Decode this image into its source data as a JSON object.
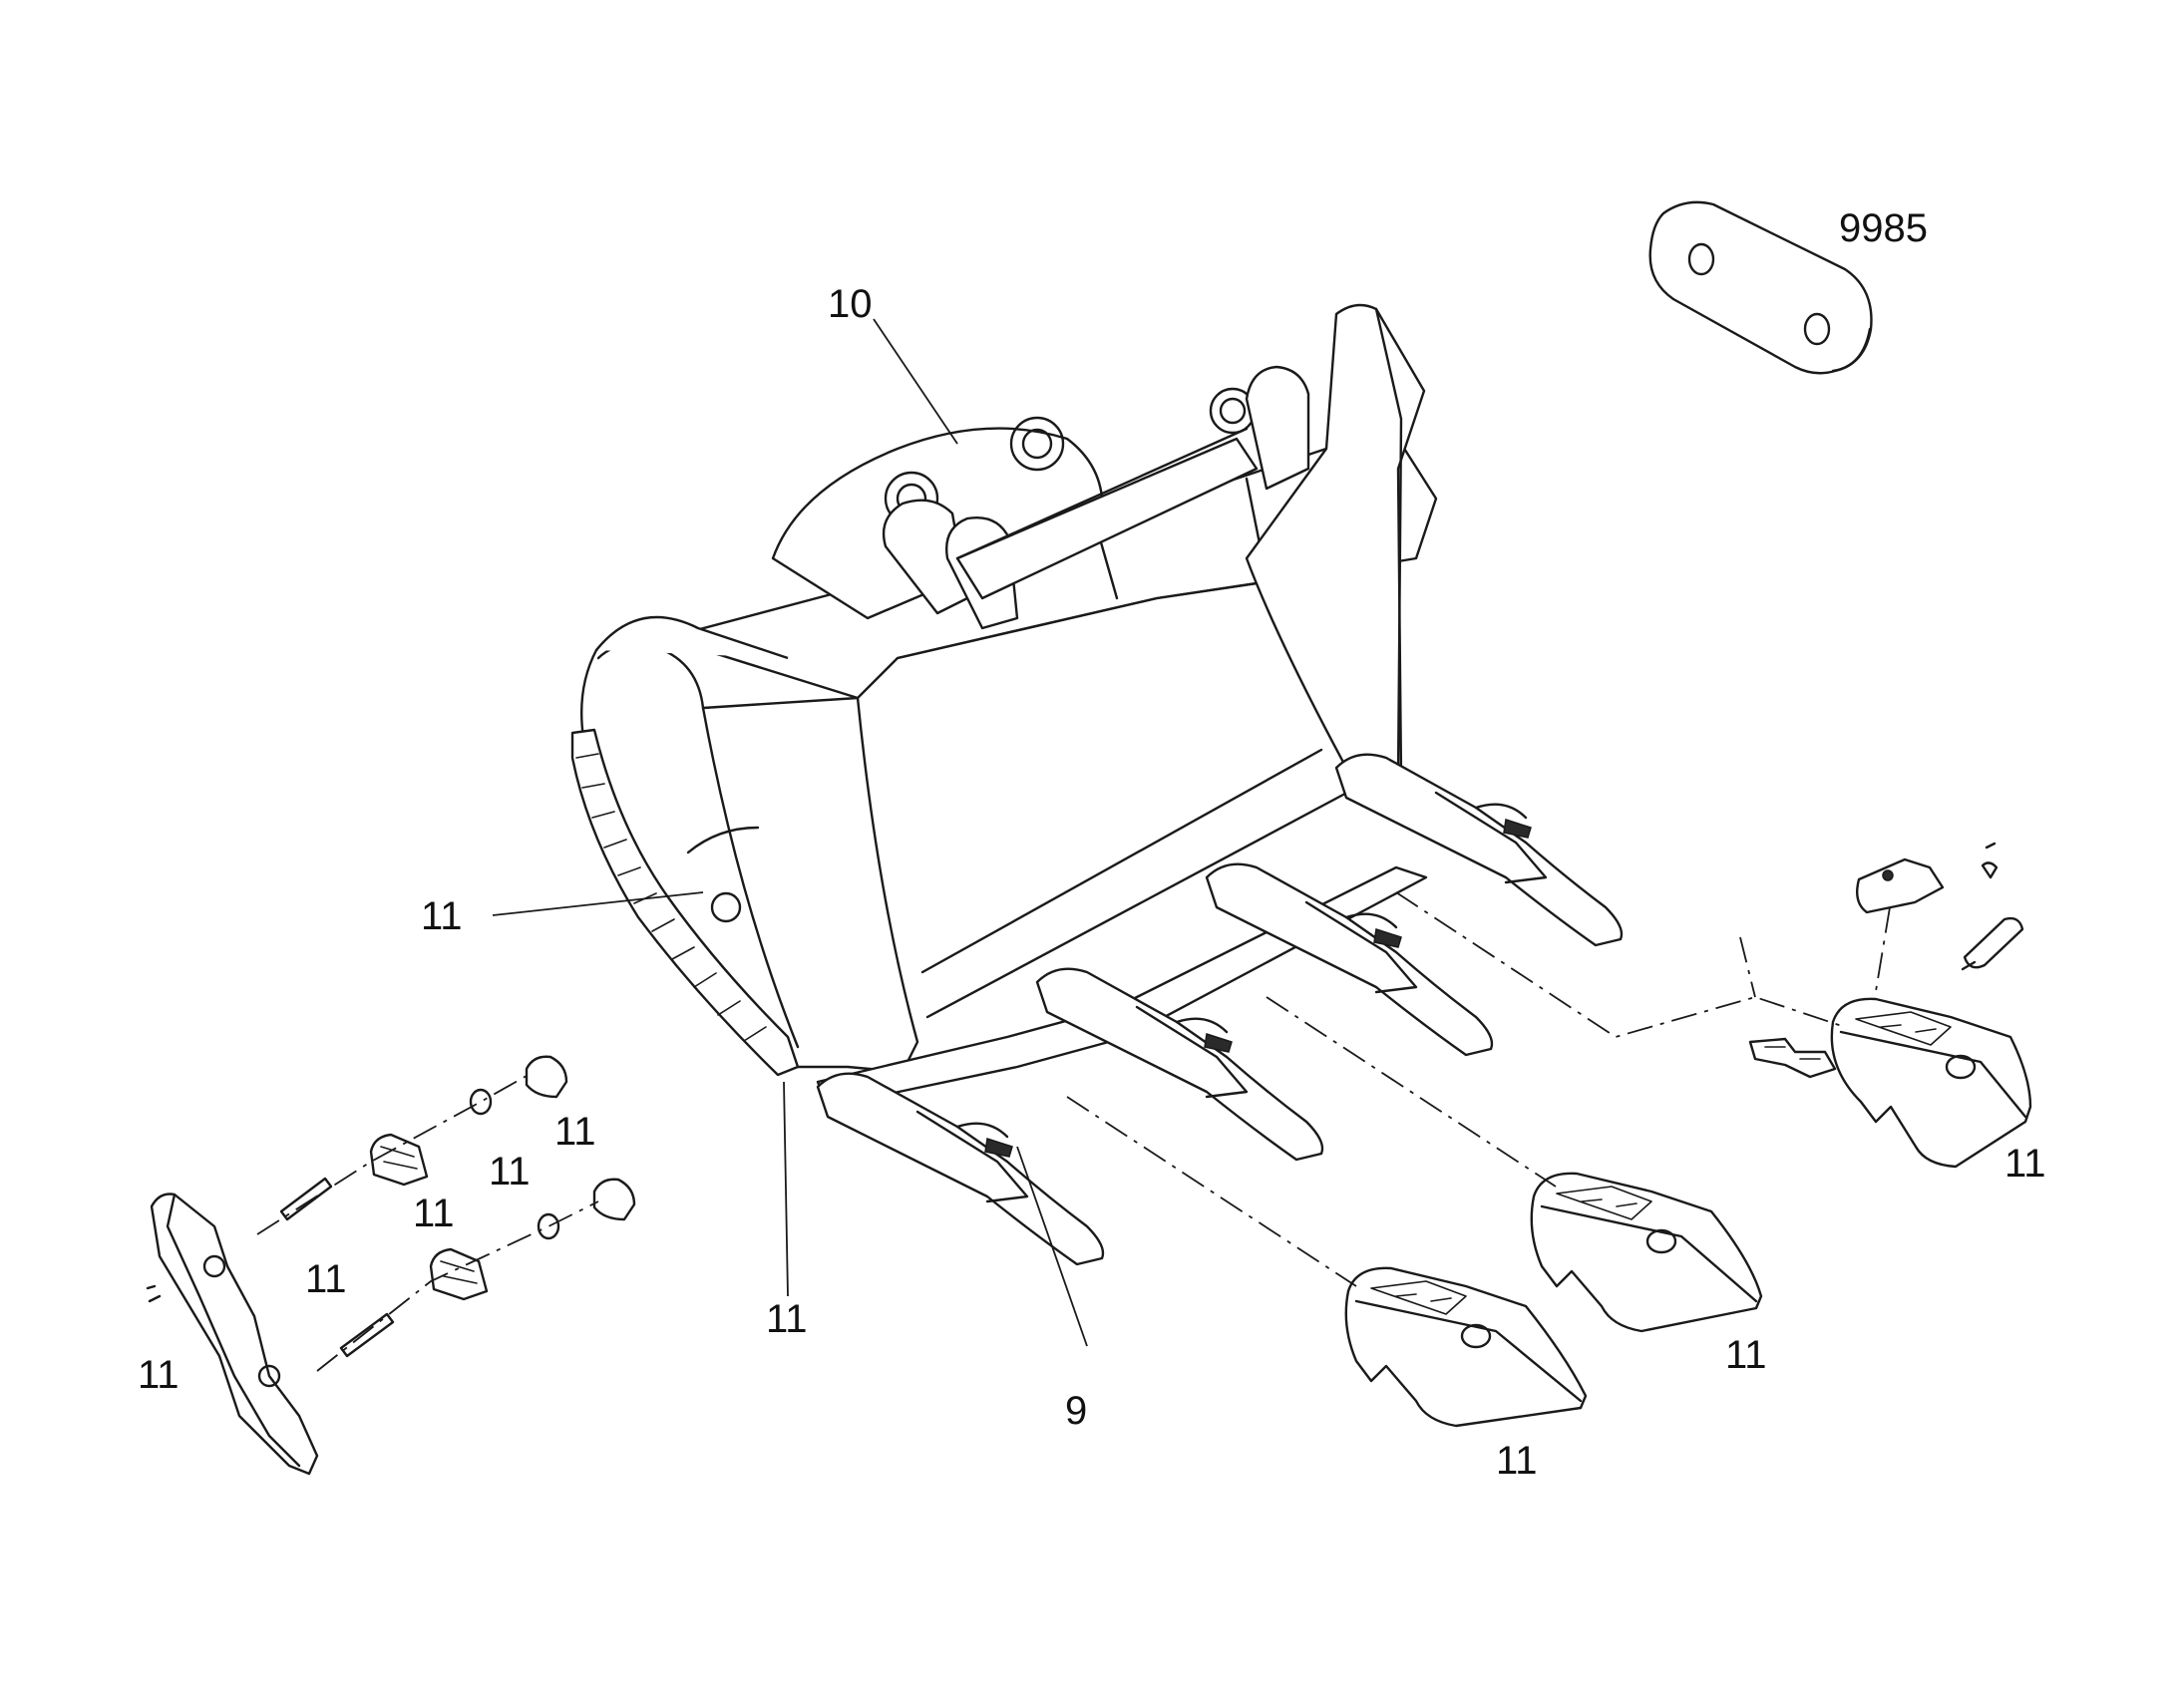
{
  "callouts": [
    {
      "id": "c-9985",
      "text": "9985"
    },
    {
      "id": "c-10",
      "text": "10"
    },
    {
      "id": "c-11-side",
      "text": "11"
    },
    {
      "id": "c-11-pin-a",
      "text": "11"
    },
    {
      "id": "c-11-pin-b",
      "text": "11"
    },
    {
      "id": "c-11-pin-c",
      "text": "11"
    },
    {
      "id": "c-11-pin-d",
      "text": "11"
    },
    {
      "id": "c-11-adapter",
      "text": "11"
    },
    {
      "id": "c-11-edge",
      "text": "11"
    },
    {
      "id": "c-9",
      "text": "9"
    },
    {
      "id": "c-11-tip-a",
      "text": "11"
    },
    {
      "id": "c-11-tip-b",
      "text": "11"
    },
    {
      "id": "c-11-tip-c",
      "text": "11"
    }
  ]
}
